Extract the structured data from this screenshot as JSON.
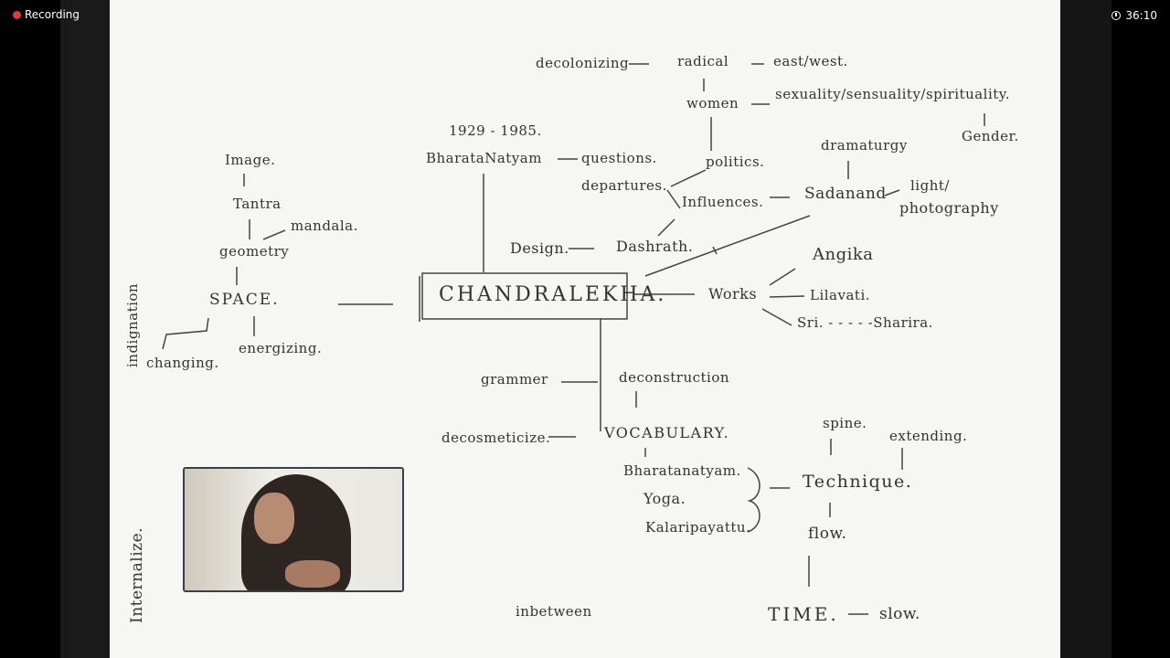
{
  "top_bar": {
    "recording_label": "Recording",
    "timer": "36:10"
  },
  "board": {
    "words": {
      "decolonizing": "decolonizing",
      "radical": "radical",
      "east_west": "east/west.",
      "women": "women",
      "sexuality": "sexuality/sensuality/spirituality.",
      "gender": "Gender.",
      "years": "1929 - 1985.",
      "bharatanatyam": "BharataNatyam",
      "questions": "questions.",
      "politics": "politics.",
      "dramaturgy": "dramaturgy",
      "departures": "departures.",
      "influences": "Influences.",
      "sadanand": "Sadanand",
      "light": "light/",
      "photography": "photography",
      "image": "Image.",
      "tantra": "Tantra",
      "mandala": "mandala.",
      "geometry": "geometry",
      "design": "Design.",
      "dashrath": "Dashrath.",
      "angika": "Angika",
      "space": "SPACE.",
      "chandralekha": "CHANDRALEKHA.",
      "works": "Works",
      "lilavati": "Lilavati.",
      "sri": "Sri. - - - - -Sharira.",
      "indignation": "indignation",
      "changing": "changing.",
      "energizing": "energizing.",
      "grammer": "grammer",
      "deconstruction": "deconstruction",
      "decosmeticize": "decosmeticize.",
      "vocabulary": "VOCABULARY.",
      "spine": "spine.",
      "extending": "extending.",
      "bharatanatyam2": "Bharatanatyam.",
      "yoga": "Yoga.",
      "kalari": "Kalaripayattu.",
      "technique": "Technique.",
      "flow": "flow.",
      "internalize": "Internalize.",
      "inbetween": "inbetween",
      "time": "TIME.",
      "slow": "slow."
    }
  }
}
